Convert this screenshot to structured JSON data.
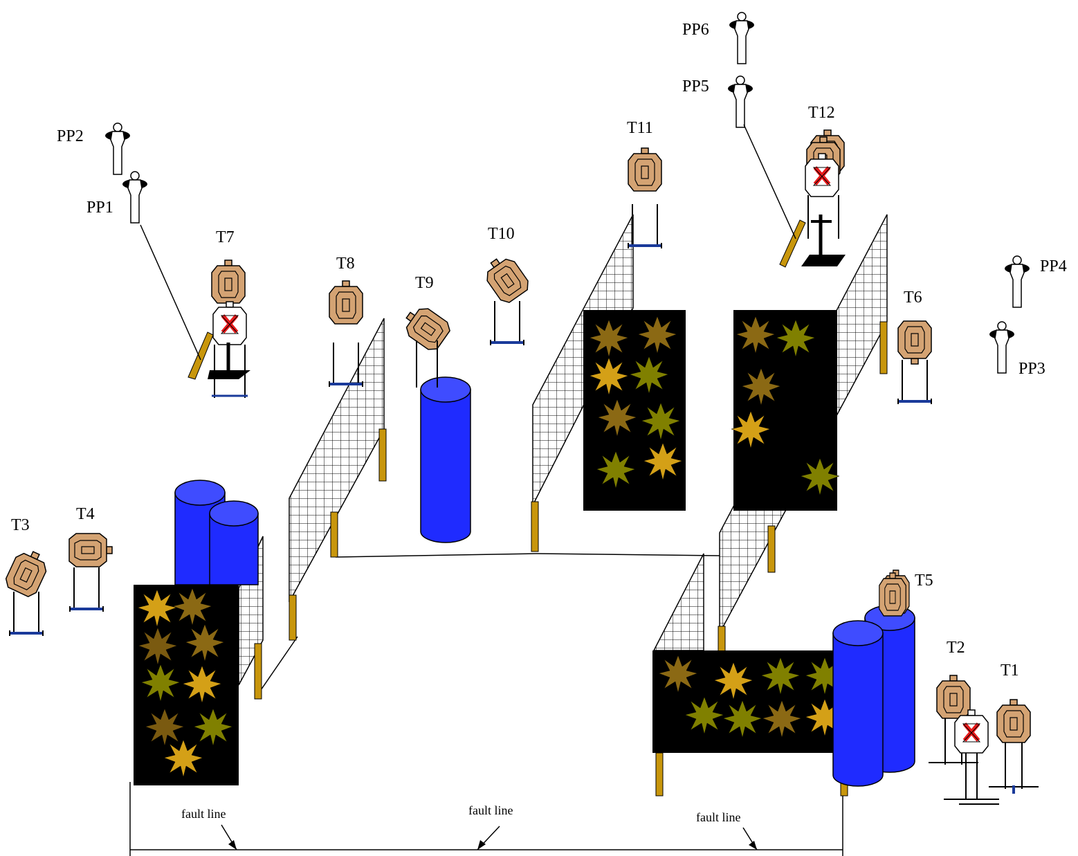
{
  "targets": [
    "T1",
    "T2",
    "T3",
    "T4",
    "T5",
    "T6",
    "T7",
    "T8",
    "T9",
    "T10",
    "T11",
    "T12"
  ],
  "poppers": [
    "PP1",
    "PP2",
    "PP3",
    "PP4",
    "PP5",
    "PP6"
  ],
  "fault_line_label": "fault line",
  "fault_lines": [
    "fault line",
    "fault line",
    "fault line"
  ],
  "colors": {
    "target_fill": "#d4a373",
    "no_shoot_fill": "#ffffff",
    "no_shoot_x": "#e8191a",
    "barrel": "#1f2bff",
    "barrel_top": "#3f4cff",
    "wall_black": "#000000",
    "post": "#c8960c",
    "star_colors": [
      "#d4a017",
      "#8b6914",
      "#808000",
      "#7a5a10"
    ]
  }
}
